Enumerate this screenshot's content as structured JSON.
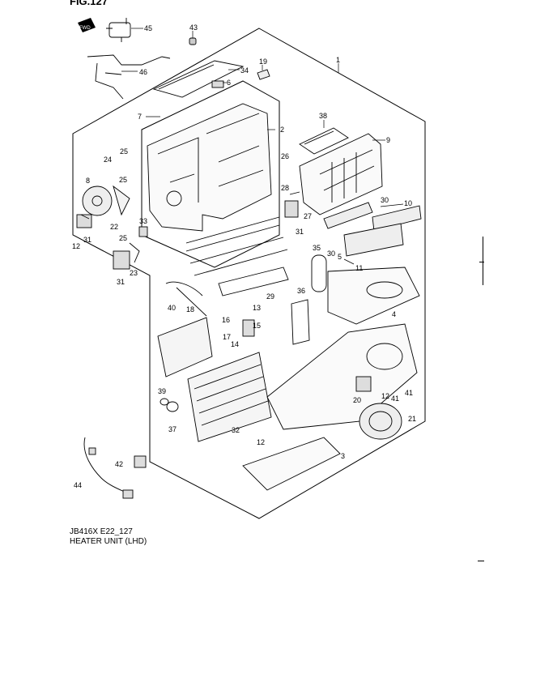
{
  "figure": {
    "title": "FIG.127"
  },
  "caption": {
    "code": "JB416X E22_127",
    "name": "HEATER UNIT (LHD)"
  },
  "front_arrow": "FWD",
  "parts": [
    "1",
    "2",
    "3",
    "4",
    "5",
    "6",
    "7",
    "8",
    "9",
    "10",
    "11",
    "12",
    "13",
    "14",
    "15",
    "16",
    "17",
    "18",
    "19",
    "20",
    "21",
    "22",
    "23",
    "24",
    "25",
    "26",
    "27",
    "28",
    "29",
    "30",
    "31",
    "32",
    "33",
    "34",
    "35",
    "36",
    "37",
    "38",
    "39",
    "40",
    "41",
    "42",
    "43",
    "44",
    "45",
    "46"
  ],
  "callouts": [
    {
      "id": "c45",
      "label": "45"
    },
    {
      "id": "c43",
      "label": "43"
    },
    {
      "id": "c46",
      "label": "46"
    },
    {
      "id": "c34",
      "label": "34"
    },
    {
      "id": "c6",
      "label": "6"
    },
    {
      "id": "c19",
      "label": "19"
    },
    {
      "id": "c1",
      "label": "1"
    },
    {
      "id": "c7",
      "label": "7"
    },
    {
      "id": "c2",
      "label": "2"
    },
    {
      "id": "c38",
      "label": "38"
    },
    {
      "id": "c9",
      "label": "9"
    },
    {
      "id": "c24",
      "label": "24"
    },
    {
      "id": "c25a",
      "label": "25"
    },
    {
      "id": "c25b",
      "label": "25"
    },
    {
      "id": "c26",
      "label": "26"
    },
    {
      "id": "c8",
      "label": "8"
    },
    {
      "id": "c28",
      "label": "28"
    },
    {
      "id": "c30a",
      "label": "30"
    },
    {
      "id": "c10",
      "label": "10"
    },
    {
      "id": "c27",
      "label": "27"
    },
    {
      "id": "c22",
      "label": "22"
    },
    {
      "id": "c33",
      "label": "33"
    },
    {
      "id": "c25c",
      "label": "25"
    },
    {
      "id": "c31a",
      "label": "31"
    },
    {
      "id": "c12a",
      "label": "12"
    },
    {
      "id": "c31b",
      "label": "31"
    },
    {
      "id": "c35",
      "label": "35"
    },
    {
      "id": "c30b",
      "label": "30"
    },
    {
      "id": "c5",
      "label": "5"
    },
    {
      "id": "c11",
      "label": "11"
    },
    {
      "id": "c31c",
      "label": "31"
    },
    {
      "id": "c23",
      "label": "23"
    },
    {
      "id": "c36",
      "label": "36"
    },
    {
      "id": "c29",
      "label": "29"
    },
    {
      "id": "c40",
      "label": "40"
    },
    {
      "id": "c18",
      "label": "18"
    },
    {
      "id": "c13",
      "label": "13"
    },
    {
      "id": "c4",
      "label": "4"
    },
    {
      "id": "c16",
      "label": "16"
    },
    {
      "id": "c15",
      "label": "15"
    },
    {
      "id": "c17",
      "label": "17"
    },
    {
      "id": "c14",
      "label": "14"
    },
    {
      "id": "c39",
      "label": "39"
    },
    {
      "id": "c20",
      "label": "20"
    },
    {
      "id": "c12b",
      "label": "12"
    },
    {
      "id": "c41a",
      "label": "41"
    },
    {
      "id": "c41b",
      "label": "41"
    },
    {
      "id": "c37",
      "label": "37"
    },
    {
      "id": "c32",
      "label": "32"
    },
    {
      "id": "c21",
      "label": "21"
    },
    {
      "id": "c12c",
      "label": "12"
    },
    {
      "id": "c3",
      "label": "3"
    },
    {
      "id": "c42",
      "label": "42"
    },
    {
      "id": "c44",
      "label": "44"
    }
  ]
}
